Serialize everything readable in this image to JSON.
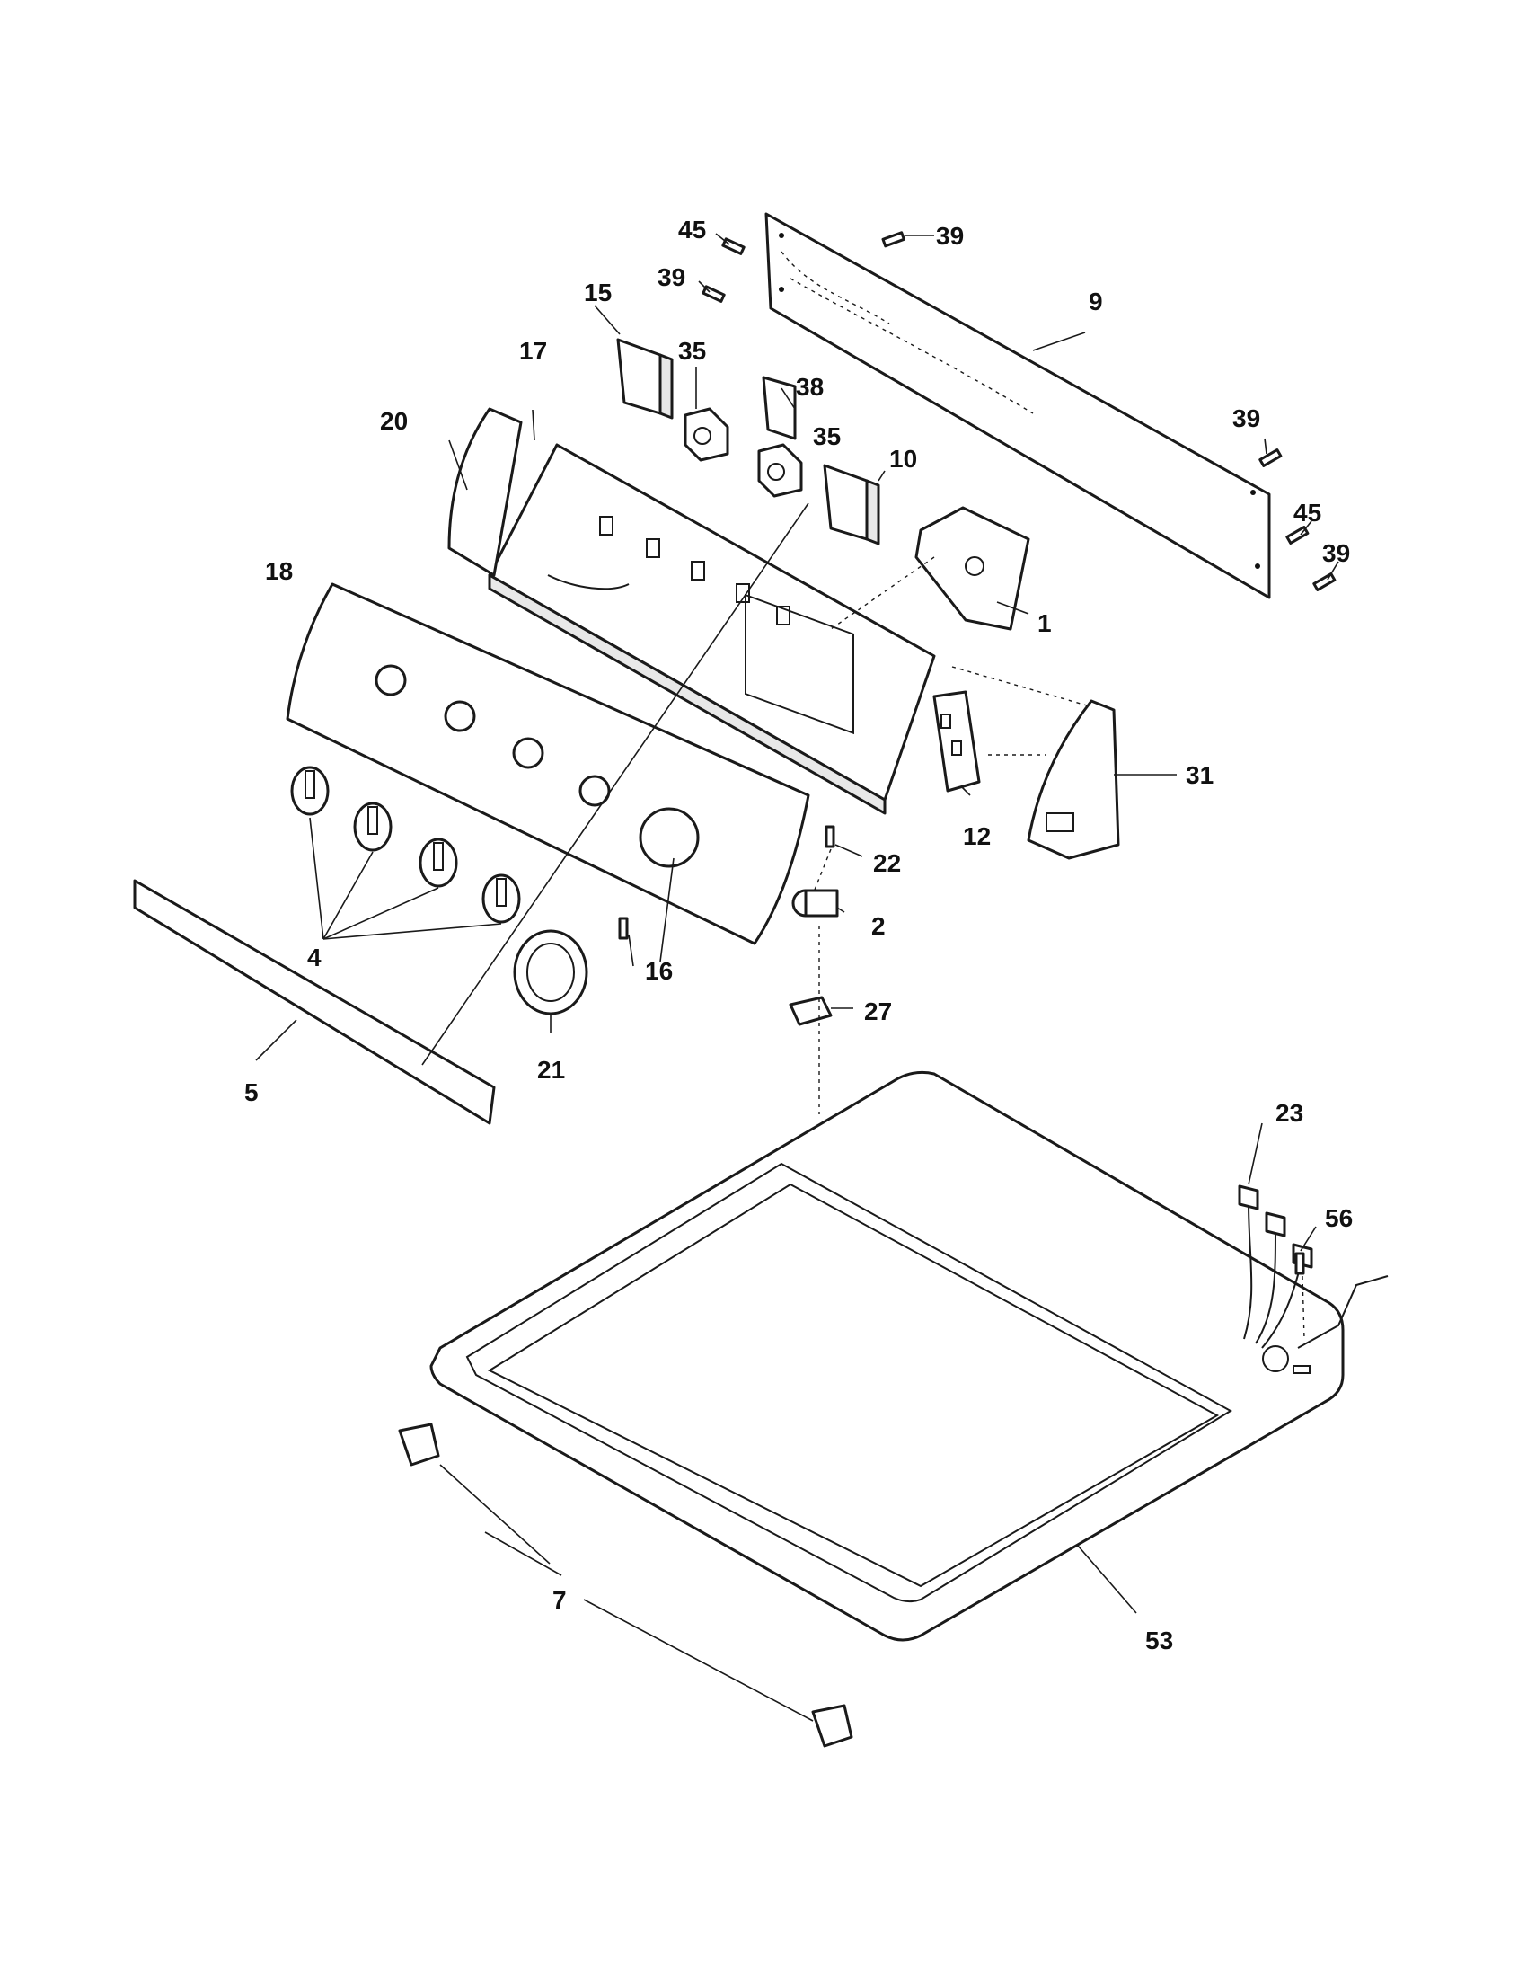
{
  "callouts": {
    "c1": "1",
    "c2": "2",
    "c4": "4",
    "c5": "5",
    "c7": "7",
    "c9": "9",
    "c10": "10",
    "c12": "12",
    "c15": "15",
    "c16": "16",
    "c17": "17",
    "c18": "18",
    "c20": "20",
    "c21": "21",
    "c22": "22",
    "c23": "23",
    "c27": "27",
    "c31": "31",
    "c35a": "35",
    "c35b": "35",
    "c38": "38",
    "c39a": "39",
    "c39b": "39",
    "c39c": "39",
    "c39d": "39",
    "c45a": "45",
    "c45b": "45",
    "c53": "53",
    "c56": "56"
  }
}
